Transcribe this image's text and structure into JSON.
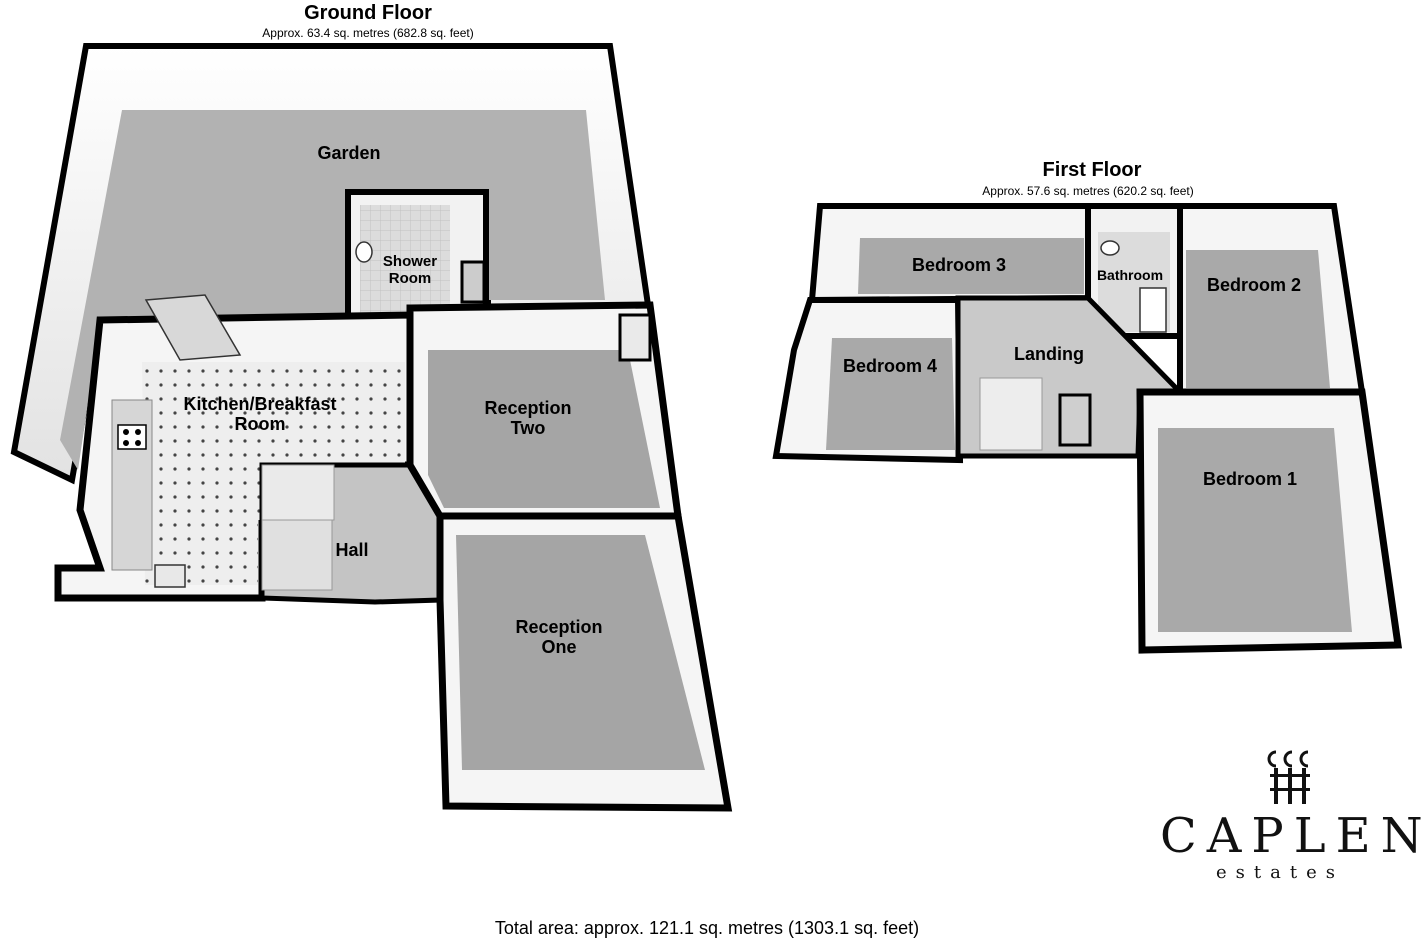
{
  "ground_floor": {
    "title": "Ground Floor",
    "area": "Approx. 63.4 sq. metres (682.8 sq. feet)",
    "rooms": {
      "garden": "Garden",
      "shower_room": "Shower\nRoom",
      "kitchen": "Kitchen/Breakfast\nRoom",
      "reception_two": "Reception\nTwo",
      "hall": "Hall",
      "reception_one": "Reception\nOne"
    }
  },
  "first_floor": {
    "title": "First Floor",
    "area": "Approx. 57.6 sq. metres (620.2 sq. feet)",
    "rooms": {
      "bedroom_3": "Bedroom 3",
      "bathroom": "Bathroom",
      "bedroom_2": "Bedroom 2",
      "bedroom_4": "Bedroom 4",
      "landing": "Landing",
      "bedroom_1": "Bedroom 1"
    }
  },
  "total_area": "Total area: approx. 121.1 sq. metres (1303.1 sq. feet)",
  "logo": {
    "wordmark": "CAPLEN",
    "subtitle": "estates"
  },
  "colors": {
    "wall": "#000000",
    "floor": "#a9a9a9",
    "garden": "#b0b0b0",
    "inner_wall": "#f4f4f4",
    "kitchen_floor": "#e8e8e8"
  }
}
